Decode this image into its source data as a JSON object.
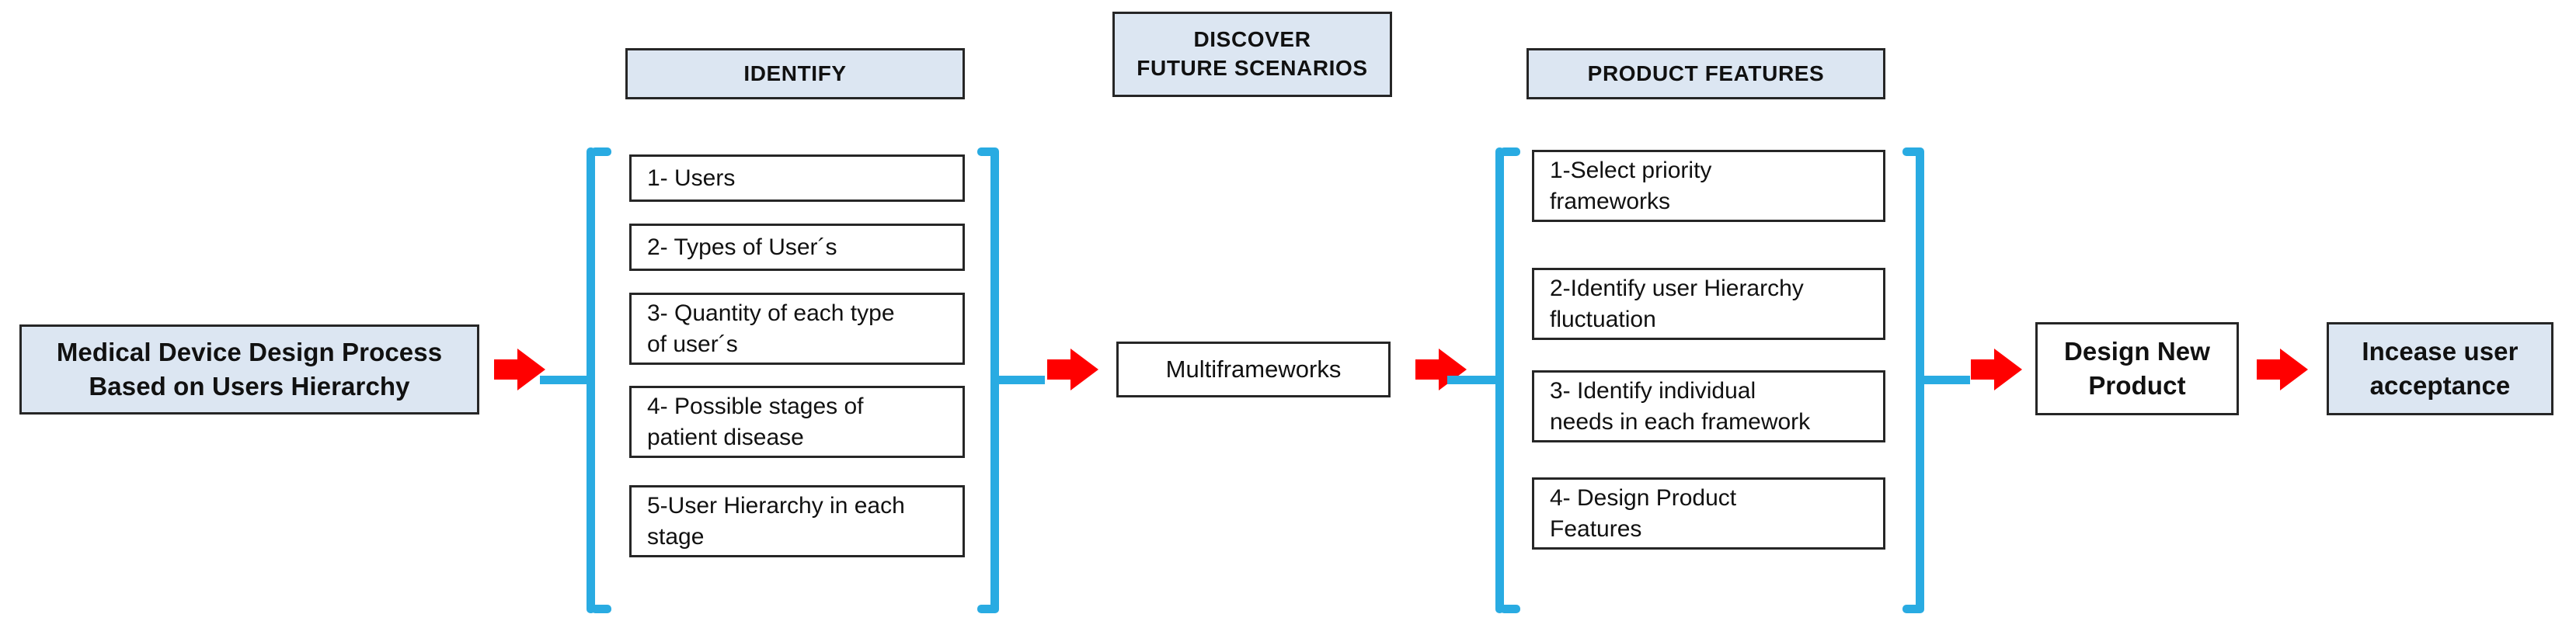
{
  "diagram": {
    "title_box": {
      "label": "Medical Device Design Process\nBased on Users Hierarchy",
      "fill": "#dce6f2"
    },
    "columns": [
      {
        "key": "identify",
        "header": "IDENTIFY",
        "header_fill": "#dce6f2",
        "items": [
          "1- Users",
          "2- Types of User´s",
          "3- Quantity of each type\nof user´s",
          "4- Possible stages of\npatient disease",
          "5-User Hierarchy in each\nstage"
        ]
      },
      {
        "key": "product-features",
        "header": "PRODUCT FEATURES",
        "header_fill": "#dce6f2",
        "items": [
          "1-Select priority\nframeworks",
          "2-Identify user Hierarchy\nfluctuation",
          "3- Identify individual\nneeds in each framework",
          "4- Design  Product\nFeatures"
        ]
      }
    ],
    "middle": {
      "header": "DISCOVER\nFUTURE SCENARIOS",
      "header_fill": "#dce6f2",
      "node": "Multiframeworks"
    },
    "outcome": {
      "design": "Design  New\nProduct",
      "acceptance": "Incease user\nacceptance",
      "acceptance_fill": "#dce6f2"
    },
    "connectors": {
      "arrow_color": "#FF0000",
      "bracket_color": "#29ABE2",
      "arrow_icon": "right-block-arrow-icon",
      "arrow_count": 5
    }
  }
}
